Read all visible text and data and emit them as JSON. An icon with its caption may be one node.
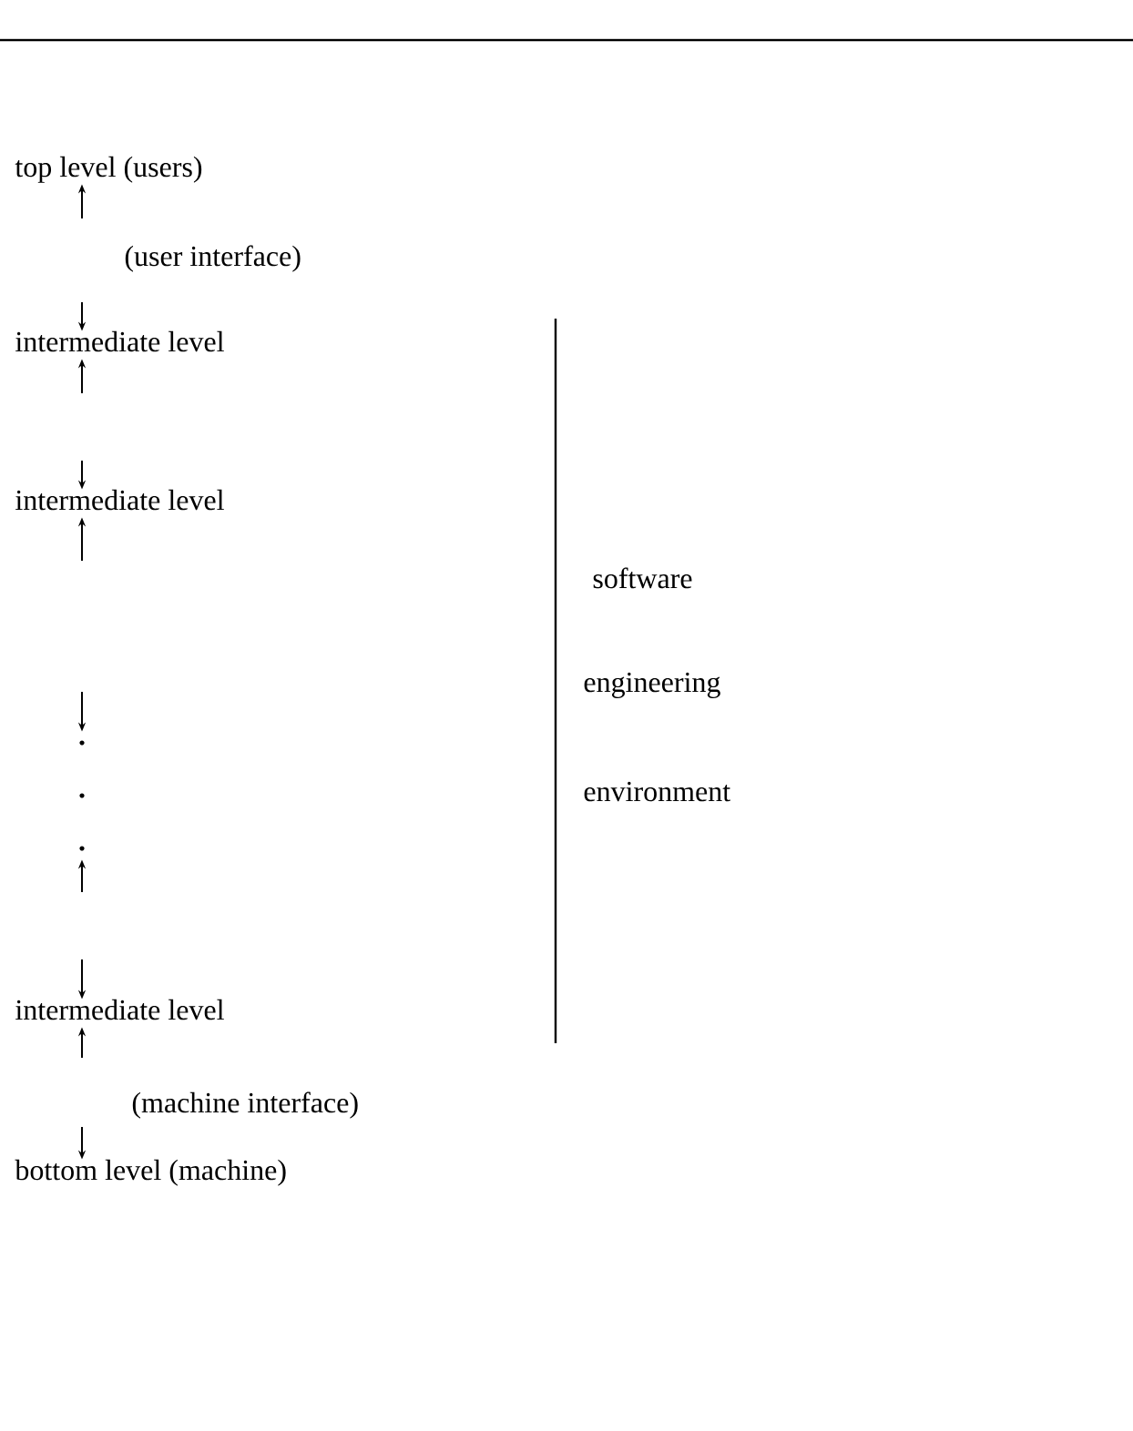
{
  "diagram": {
    "nodes": [
      {
        "text": [
          "top level (users)"
        ]
      },
      {
        "text": [
          "intermediate level"
        ]
      },
      {
        "text": [
          "intermediate level"
        ]
      },
      {
        "text": [],
        "shape": "dots"
      },
      {
        "text": [
          "intermediate level"
        ]
      },
      {
        "text": [
          "bottom level (machine)"
        ]
      }
    ],
    "edges": [
      {
        "from": null,
        "to": 0,
        "arrow": "to"
      },
      {
        "from": null,
        "to": 1,
        "arrow": "to"
      },
      {
        "from": null,
        "to": 1,
        "arrow": "to"
      },
      {
        "from": null,
        "to": 2,
        "arrow": "to"
      },
      {
        "from": null,
        "to": 2,
        "arrow": "to"
      },
      {
        "from": null,
        "to": 3,
        "arrow": "to"
      },
      {
        "from": null,
        "to": 3,
        "arrow": "to"
      },
      {
        "from": null,
        "to": 4,
        "arrow": "to"
      },
      {
        "from": null,
        "to": 4,
        "arrow": "to"
      },
      {
        "from": null,
        "to": 5,
        "arrow": "to"
      }
    ],
    "labels": [
      "(user interface)",
      "software",
      "engineering",
      "environment",
      "(machine interface)"
    ]
  }
}
